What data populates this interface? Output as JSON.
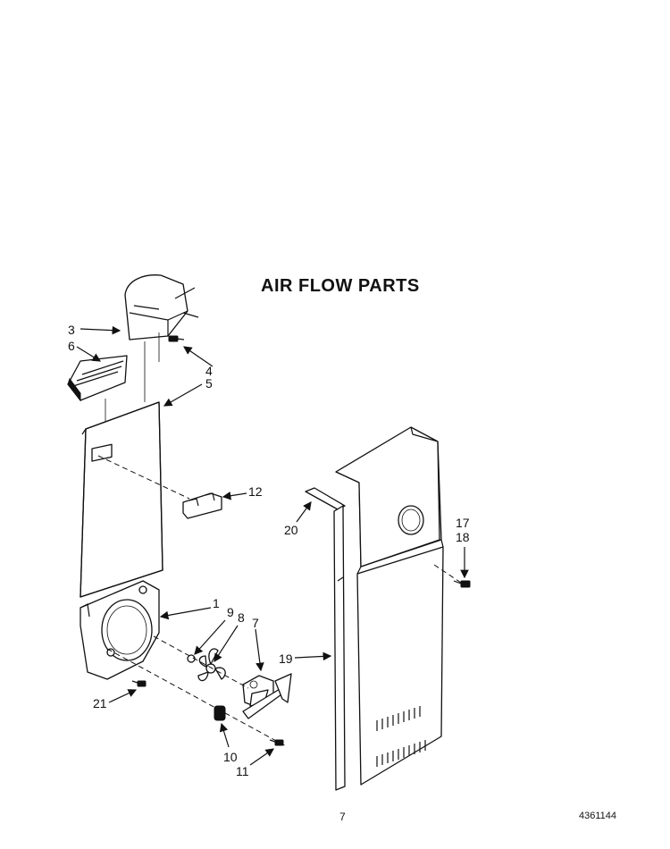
{
  "title": "AIR FLOW PARTS",
  "callouts": {
    "c1": "1",
    "c3": "3",
    "c4": "4",
    "c5": "5",
    "c6": "6",
    "c7": "7",
    "c8": "8",
    "c9": "9",
    "c10": "10",
    "c11": "11",
    "c12": "12",
    "c17": "17",
    "c18": "18",
    "c19": "19",
    "c20": "20",
    "c21": "21"
  },
  "footer": {
    "page_number": "7",
    "part_code": "4361144"
  }
}
